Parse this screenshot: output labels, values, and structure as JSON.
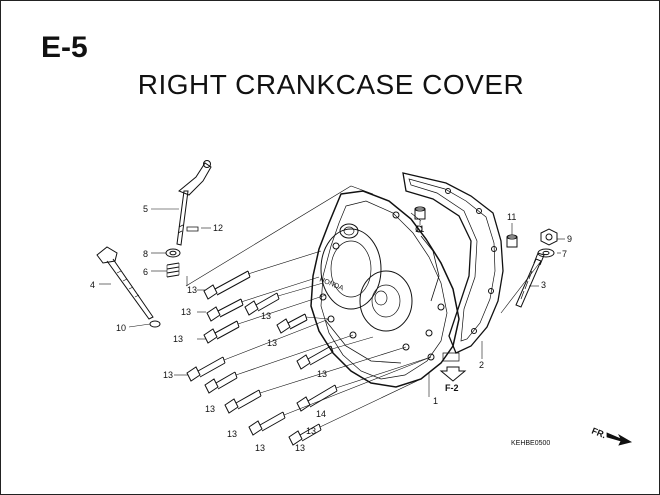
{
  "header": {
    "section_code": "E-5",
    "title": "RIGHT CRANKCASE COVER"
  },
  "callouts": [
    {
      "id": "c1",
      "label": "1"
    },
    {
      "id": "c2",
      "label": "2"
    },
    {
      "id": "c3",
      "label": "3"
    },
    {
      "id": "c4",
      "label": "4"
    },
    {
      "id": "c5",
      "label": "5"
    },
    {
      "id": "c6",
      "label": "6"
    },
    {
      "id": "c7",
      "label": "7"
    },
    {
      "id": "c8",
      "label": "8"
    },
    {
      "id": "c9",
      "label": "9"
    },
    {
      "id": "c10",
      "label": "10"
    },
    {
      "id": "c11a",
      "label": "11"
    },
    {
      "id": "c11b",
      "label": "11"
    },
    {
      "id": "c12",
      "label": "12"
    },
    {
      "id": "c13a",
      "label": "13"
    },
    {
      "id": "c13b",
      "label": "13"
    },
    {
      "id": "c13c",
      "label": "13"
    },
    {
      "id": "c13d",
      "label": "13"
    },
    {
      "id": "c13e",
      "label": "13"
    },
    {
      "id": "c13f",
      "label": "13"
    },
    {
      "id": "c13g",
      "label": "13"
    },
    {
      "id": "c13h",
      "label": "13"
    },
    {
      "id": "c13i",
      "label": "13"
    },
    {
      "id": "c13j",
      "label": "13"
    },
    {
      "id": "c13k",
      "label": "13"
    },
    {
      "id": "c13l",
      "label": "13"
    },
    {
      "id": "c14",
      "label": "14"
    }
  ],
  "reference_marker": "F-2",
  "cover_emblem": "HONDA",
  "drawing_code": "KEHBE0500",
  "direction_marker": "FR.",
  "colors": {
    "ink": "#111111",
    "paper": "#ffffff"
  }
}
